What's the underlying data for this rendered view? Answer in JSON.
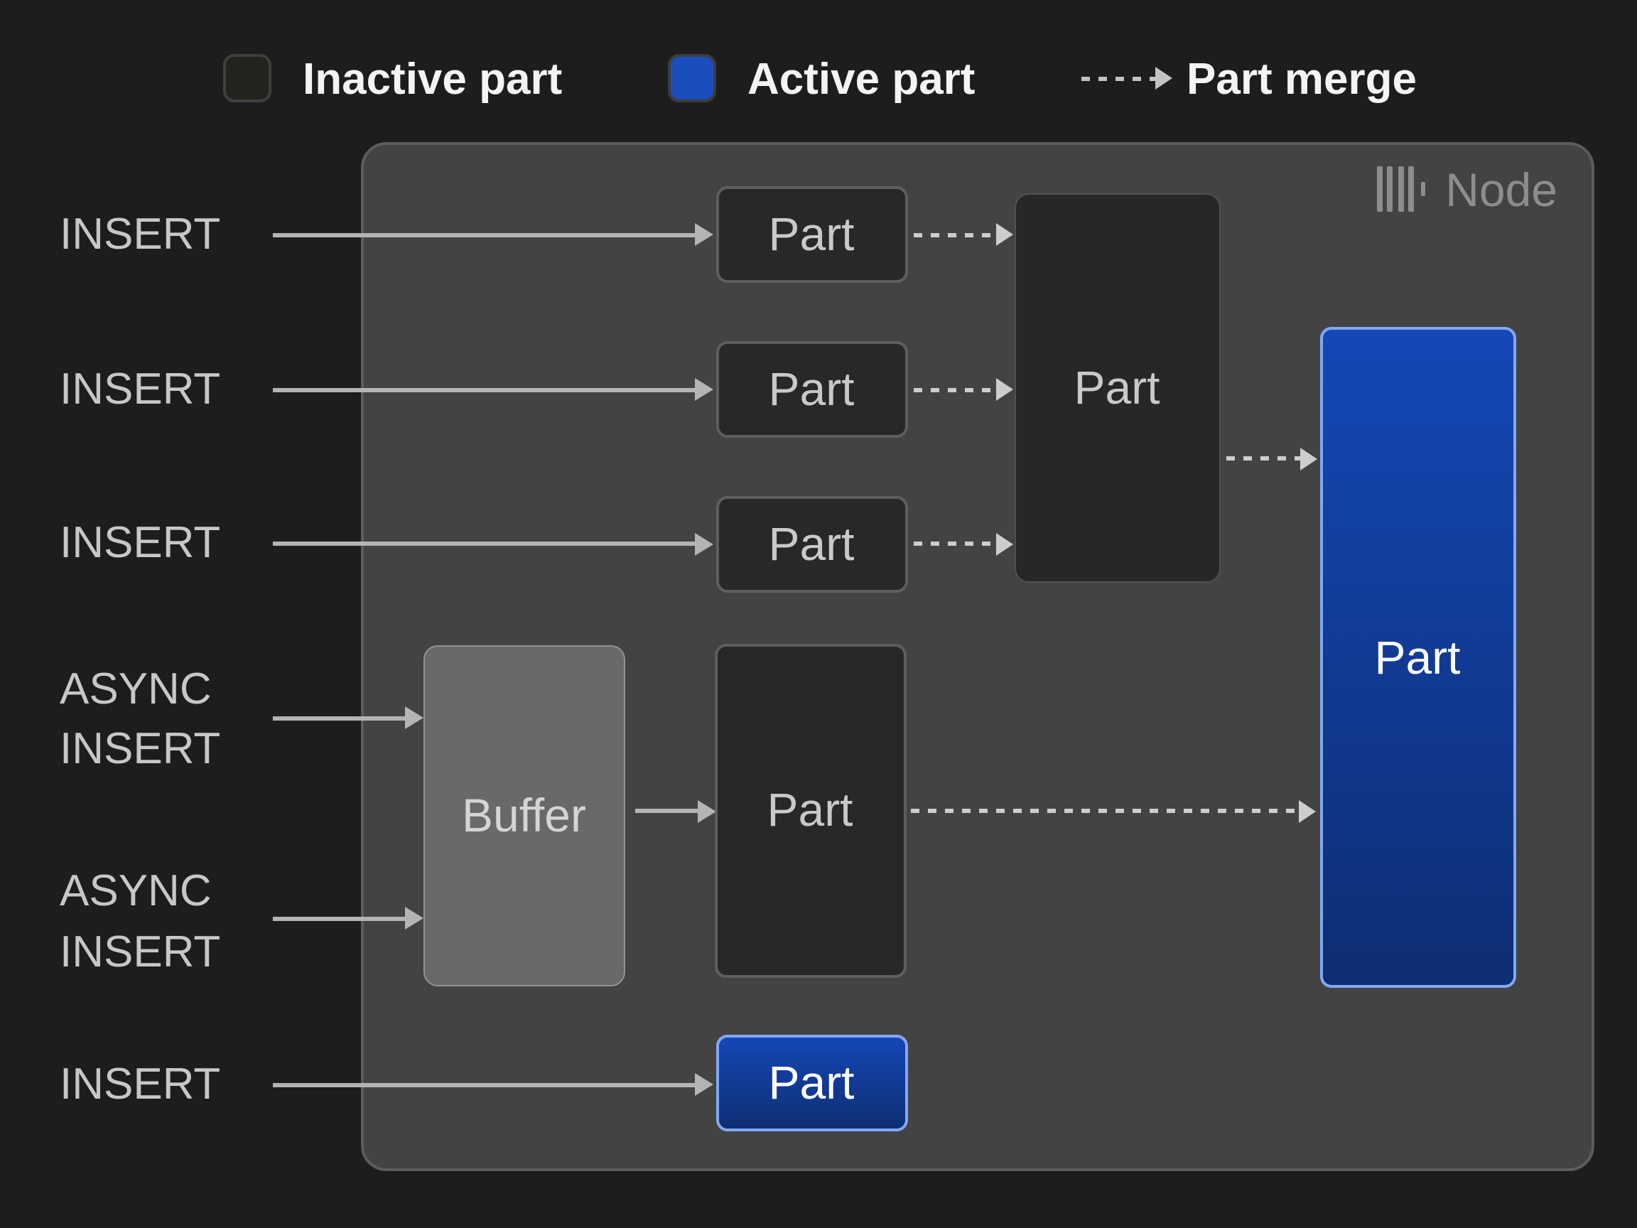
{
  "legend": {
    "inactive_label": "Inactive part",
    "active_label": "Active part",
    "merge_label": "Part merge"
  },
  "node": {
    "title": "Node"
  },
  "inputs": [
    {
      "line1": "INSERT"
    },
    {
      "line1": "INSERT"
    },
    {
      "line1": "INSERT"
    },
    {
      "line1": "ASYNC",
      "line2": "INSERT"
    },
    {
      "line1": "ASYNC",
      "line2": "INSERT"
    },
    {
      "line1": "INSERT"
    }
  ],
  "parts": {
    "part_label": "Part",
    "buffer_label": "Buffer"
  },
  "colors": {
    "page_bg": "#1d1d1d",
    "node_fill": "#434343",
    "inactive_part_fill": "#282828",
    "inactive_part_border": "#5e5e5e",
    "active_part_top": "#1547b6",
    "active_part_bottom": "#0d2e73",
    "active_part_border": "#82a8f4",
    "buffer_fill": "#696969",
    "arrow": "#b4b4b4",
    "merge_arrow": "#cdcdcd",
    "legend_swatch_active": "#1c4dbd",
    "legend_swatch_inactive": "#23231e"
  }
}
